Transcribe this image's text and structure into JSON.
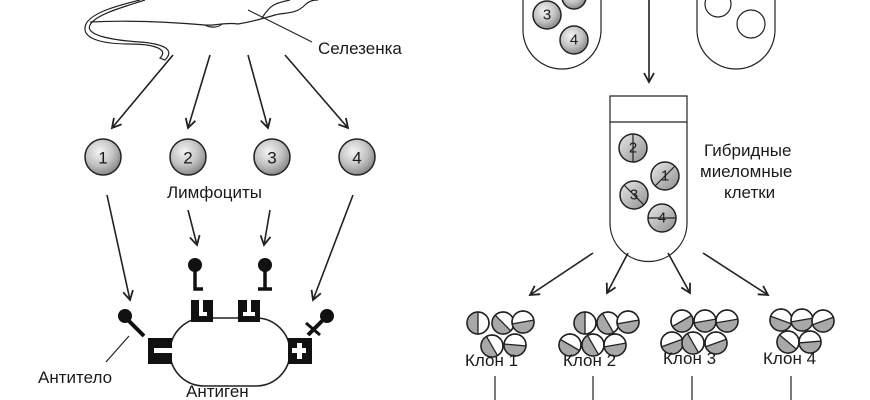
{
  "labels": {
    "spleen": "Селезенка",
    "lymphocytes": "Лимфоциты",
    "antibody": "Антитело",
    "antigen": "Антиген",
    "hybrid_line1": "Гибридные",
    "hybrid_line2": "миеломные",
    "hybrid_line3": "клетки"
  },
  "lymphocytes": [
    "1",
    "2",
    "3",
    "4"
  ],
  "tube_left_cells": [
    "3",
    "4"
  ],
  "hybrid_cells": [
    "2",
    "1",
    "3",
    "4"
  ],
  "clones": [
    "Клон 1",
    "Клон 2",
    "Клон 3",
    "Клон 4"
  ],
  "colors": {
    "line": "#222222",
    "cell_gray": "#b5b5b5",
    "cell_highlight": "#f2f2f2",
    "background": "#ffffff"
  }
}
